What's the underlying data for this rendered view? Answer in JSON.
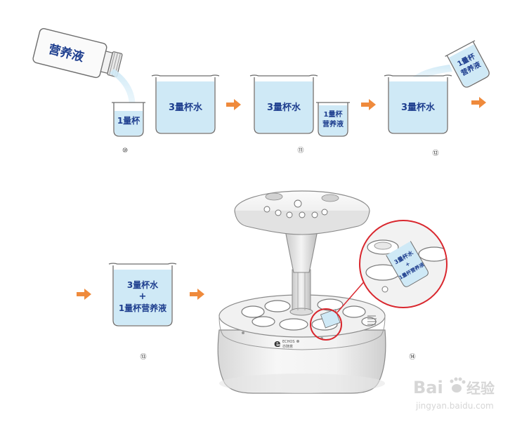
{
  "colors": {
    "water_fill": "#cfe9f6",
    "label_text": "#1f3f8f",
    "arrow": "#ef8a3c",
    "outline": "#6d6d6d",
    "highlight_ring": "#d9272e"
  },
  "bottle": {
    "label": "营养液"
  },
  "step10": {
    "small_cup_label": "1量杯",
    "beaker_label": "3量杯水",
    "number": "⑩"
  },
  "step11": {
    "beaker_label": "3量杯水",
    "cup_line1": "1量杯",
    "cup_line2": "营养液",
    "number": "⑪"
  },
  "step12": {
    "tilted_cup_line1": "1量杯",
    "tilted_cup_line2": "营养液",
    "beaker_label": "3量杯水",
    "number": "⑫"
  },
  "step13": {
    "line1": "3量杯水",
    "line2": "+",
    "line3": "1量杯营养液",
    "number": "⑬"
  },
  "step14": {
    "device_brand": "e",
    "brand_small": "ECHOS",
    "brand_cn": "亦随意",
    "zoom_cup_line1": "3量杯水",
    "zoom_cup_line2": "+",
    "zoom_cup_line3": "1量杯营养液",
    "number": "⑭"
  },
  "watermark": {
    "logo": "Bai",
    "logo_suffix": "经验",
    "url": "jingyan.baidu.com"
  }
}
